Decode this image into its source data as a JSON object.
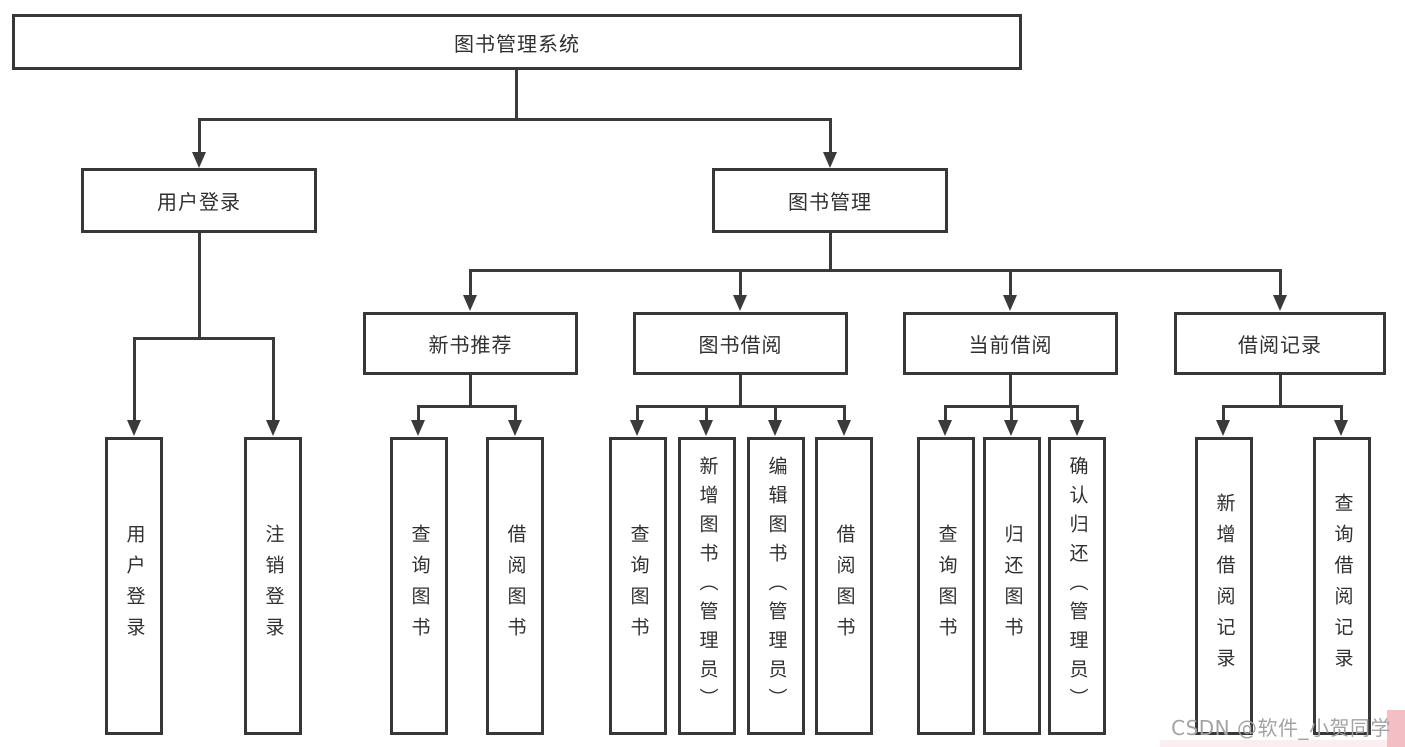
{
  "tree": {
    "root": "图书管理系统",
    "user_login": {
      "label": "用户登录",
      "leaves": [
        "用户登录",
        "注销登录"
      ]
    },
    "book_mgmt": {
      "label": "图书管理",
      "children": [
        {
          "label": "新书推荐",
          "leaves": [
            "查询图书",
            "借阅图书"
          ]
        },
        {
          "label": "图书借阅",
          "leaves": [
            "查询图书",
            "新增图书（管理员）",
            "编辑图书（管理员）",
            "借阅图书"
          ]
        },
        {
          "label": "当前借阅",
          "leaves": [
            "查询图书",
            "归还图书",
            "确认归还（管理员）"
          ]
        },
        {
          "label": "借阅记录",
          "leaves": [
            "新增借阅记录",
            "查询借阅记录"
          ]
        }
      ]
    }
  },
  "watermark": "CSDN @软件_小贺同学",
  "colors": {
    "line": "#3a3a3a",
    "box_border": "#373737",
    "text": "#303030",
    "watermark_text": "#a3a3a3",
    "corner_pink": "#f3bfc4"
  }
}
